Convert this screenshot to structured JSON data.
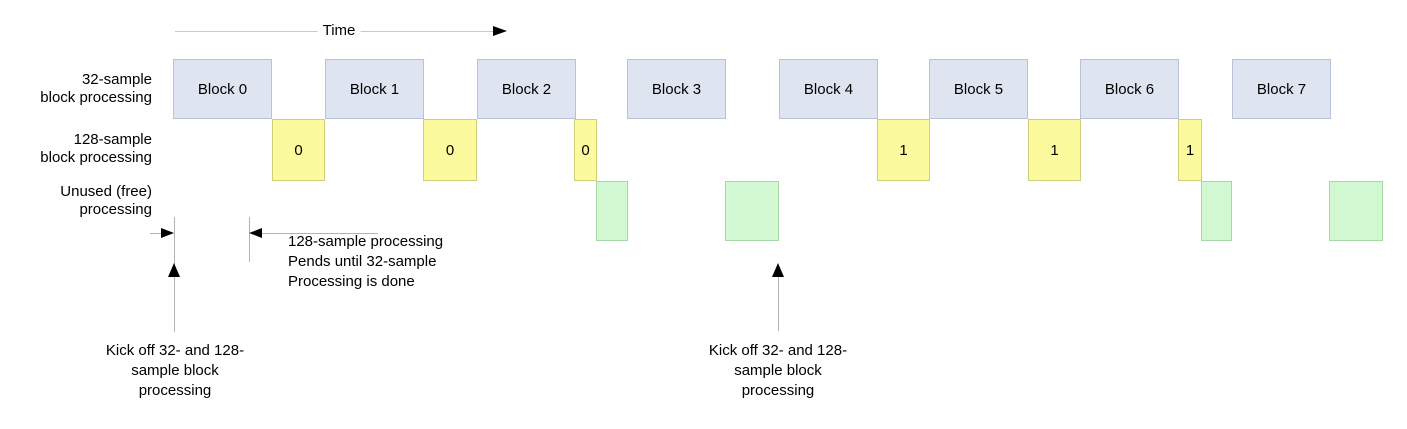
{
  "time_axis": {
    "label": "Time"
  },
  "row_labels": [
    {
      "line1": "32-sample",
      "line2": "block processing"
    },
    {
      "line1": "128-sample",
      "line2": "block processing"
    },
    {
      "line1": "Unused (free)",
      "line2": "processing"
    }
  ],
  "blocks_32": [
    {
      "label": "Block 0"
    },
    {
      "label": "Block 1"
    },
    {
      "label": "Block 2"
    },
    {
      "label": "Block 3"
    },
    {
      "label": "Block 4"
    },
    {
      "label": "Block 5"
    },
    {
      "label": "Block 6"
    },
    {
      "label": "Block 7"
    }
  ],
  "blocks_128": [
    {
      "label": "0"
    },
    {
      "label": "0"
    },
    {
      "label": "0"
    },
    {
      "label": "1"
    },
    {
      "label": "1"
    },
    {
      "label": "1"
    }
  ],
  "free_blocks": [
    {},
    {},
    {},
    {}
  ],
  "annotations": {
    "pends": {
      "line1": "128-sample processing",
      "line2": "Pends until 32-sample",
      "line3": "Processing is done"
    },
    "kickoff_left": {
      "line1": "Kick off 32- and 128-",
      "line2": "sample block",
      "line3": "processing"
    },
    "kickoff_right": {
      "line1": "Kick off 32- and 128-",
      "line2": "sample block",
      "line3": "processing"
    }
  },
  "colors": {
    "block32_fill": "#dee4f0",
    "block32_border": "#b9c3d7",
    "block128_fill": "#fbfb9e",
    "block128_border": "#cfcf7a",
    "free_fill": "#d2f8d2",
    "free_border": "#a6d7a6",
    "line_gray": "#b3b3b3",
    "time_line_gray": "#c9c9c9"
  }
}
